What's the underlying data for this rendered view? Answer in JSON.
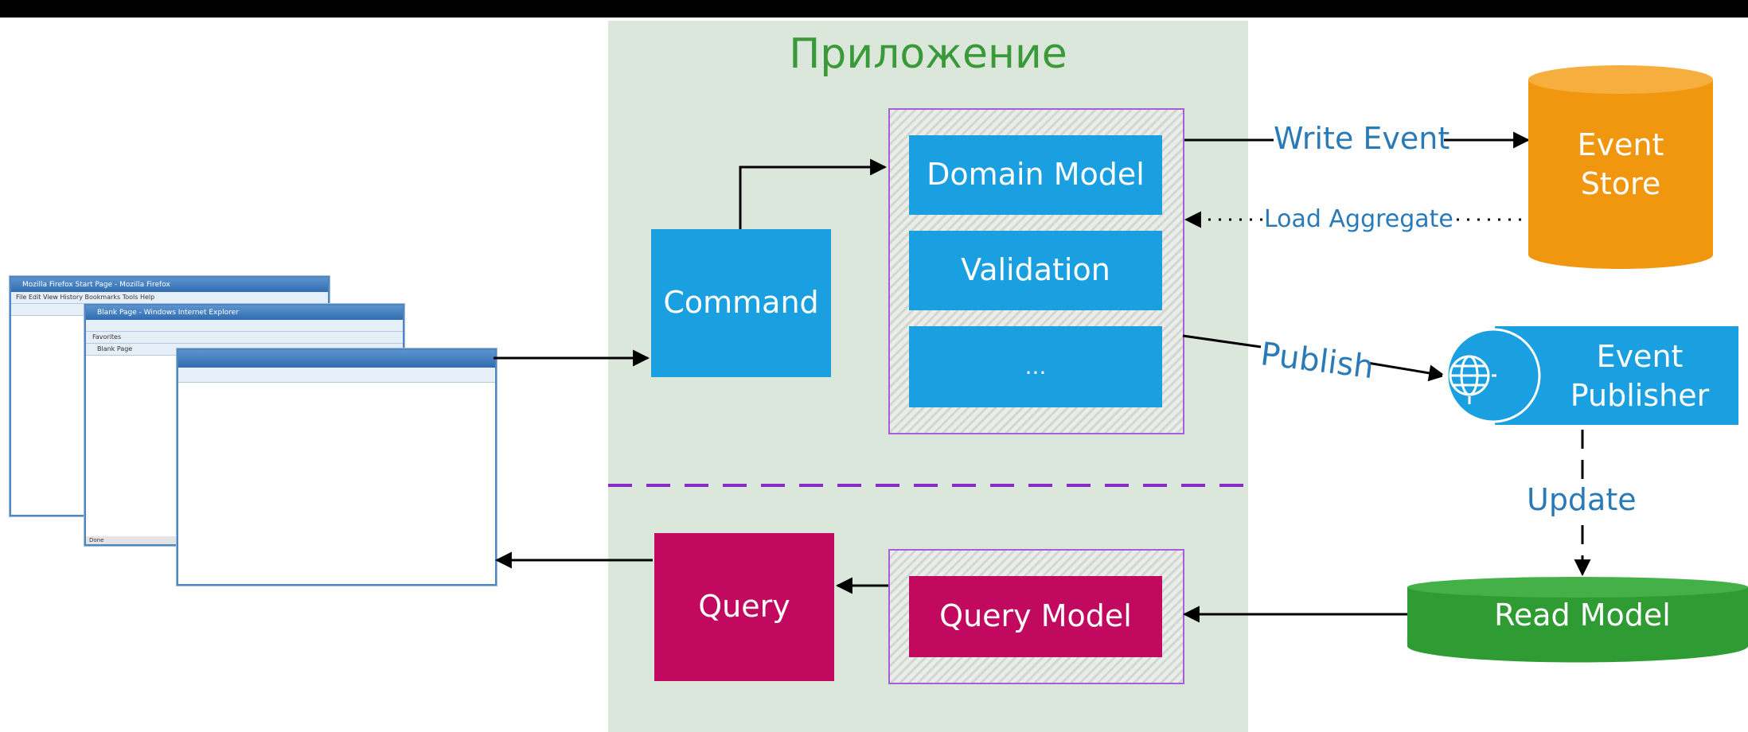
{
  "app_title": "Приложение",
  "boxes": {
    "command": "Command",
    "domain_model": "Domain Model",
    "validation": "Validation",
    "ellipsis": "...",
    "query": "Query",
    "query_model": "Query Model",
    "event_store_line1": "Event",
    "event_store_line2": "Store",
    "event_publisher_line1": "Event",
    "event_publisher_line2": "Publisher",
    "read_model": "Read Model"
  },
  "edges": {
    "write_event": "Write Event",
    "load_aggregate": "Load Aggregate",
    "publish": "Publish",
    "update": "Update"
  },
  "browser_text": {
    "firefox_title": "Mozilla Firefox Start Page - Mozilla Firefox",
    "firefox_menu": "File  Edit  View  History  Bookmarks  Tools  Help",
    "ie_title": "Blank Page - Windows Internet Explorer",
    "ie_favorites": "Favorites",
    "ie_tab": "Blank Page",
    "ie_status": "Done"
  },
  "colors": {
    "blue": "#1aa0e0",
    "magenta": "#c0095f",
    "orange": "#f0960f",
    "green": "#2e9c33",
    "panel": "#dce7dc",
    "title_green": "#3a9a3a",
    "divider_purple": "#8a2dc8"
  }
}
